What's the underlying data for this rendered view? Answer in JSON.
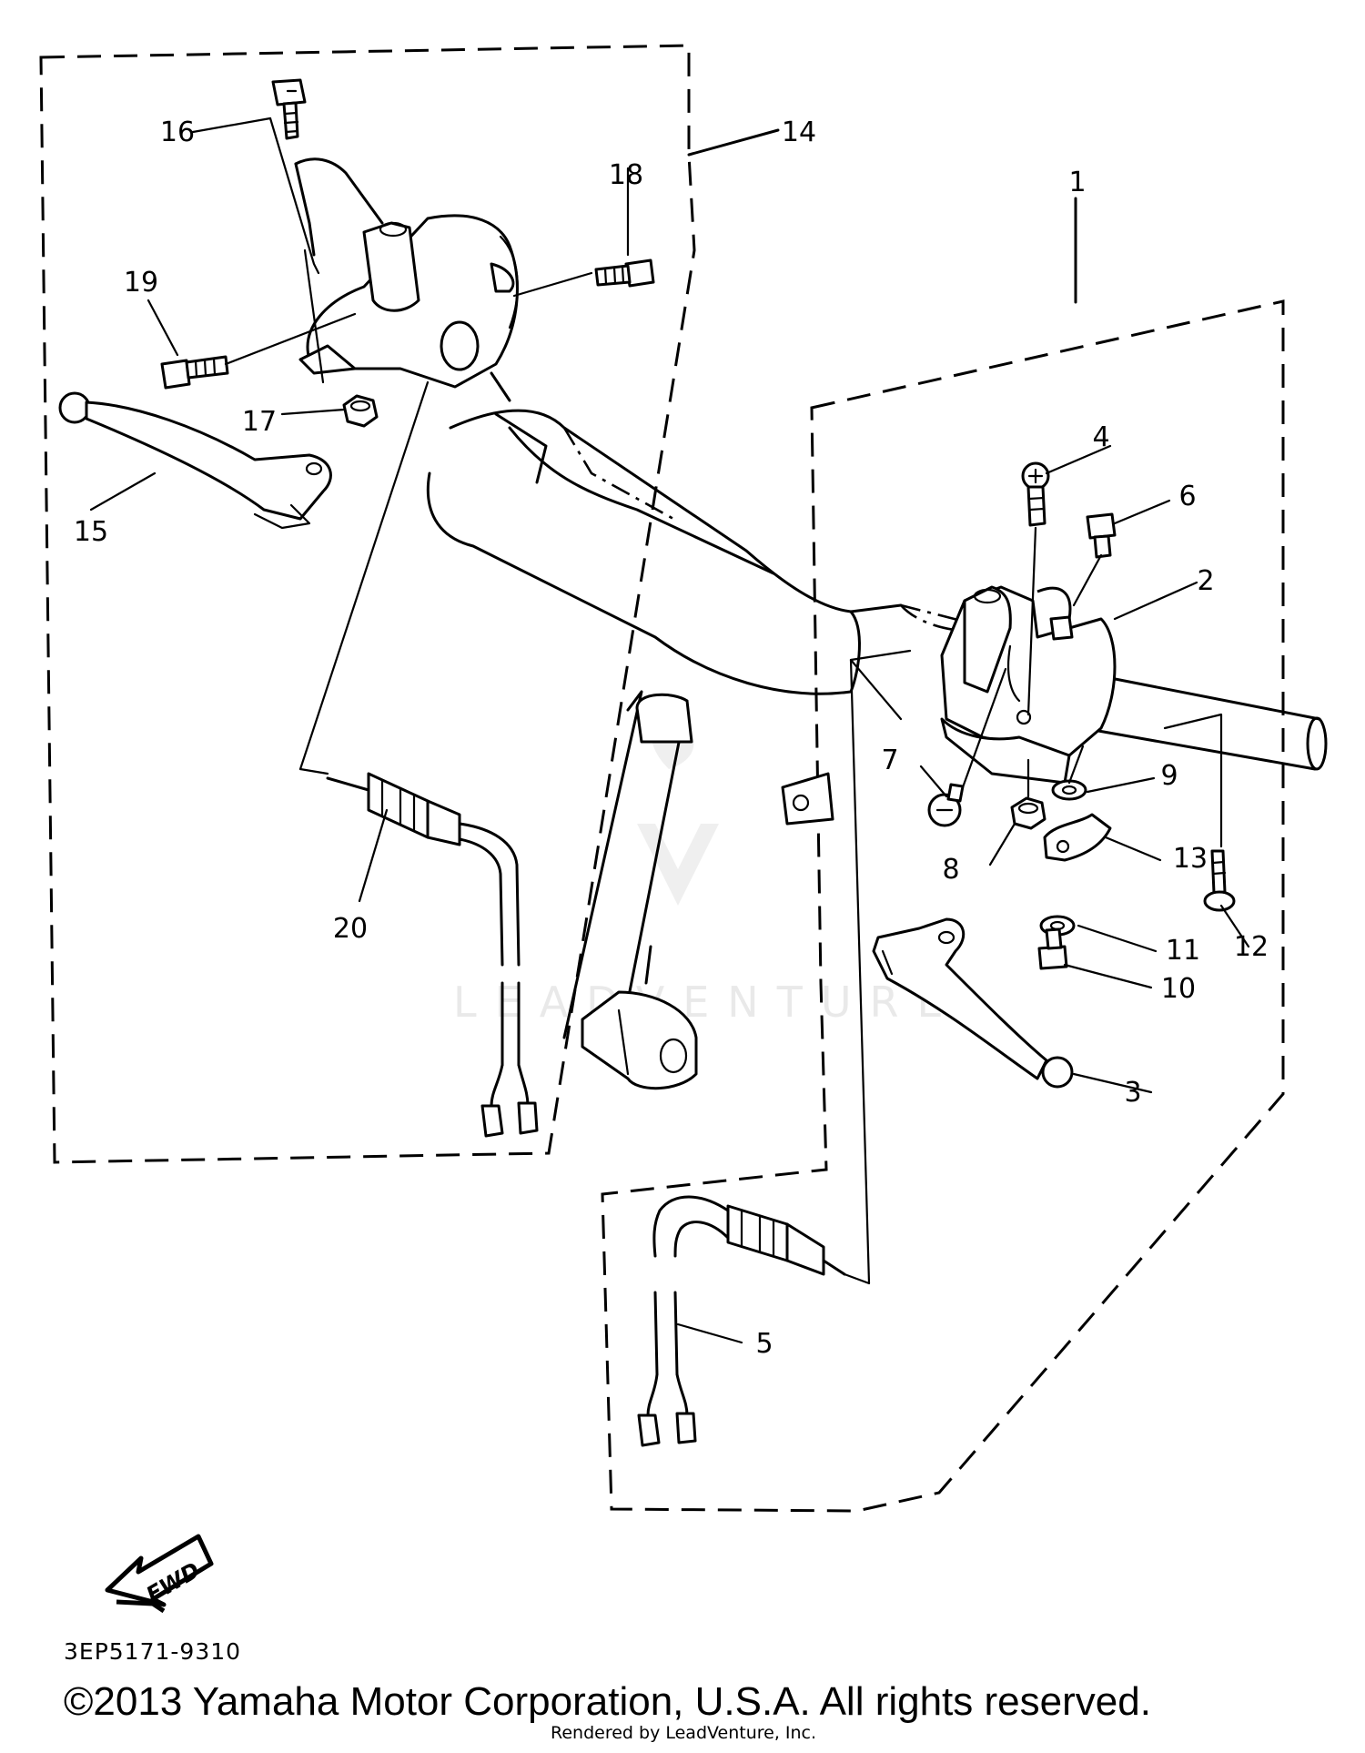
{
  "callouts": [
    "1",
    "2",
    "3",
    "4",
    "5",
    "6",
    "7",
    "8",
    "9",
    "10",
    "11",
    "12",
    "13",
    "14",
    "15",
    "16",
    "17",
    "18",
    "19",
    "20"
  ],
  "diagram_code": "3EP5171-9310",
  "fwd_label": "FWD",
  "copyright": "©2013 Yamaha Motor Corporation, U.S.A. All rights reserved.",
  "rendered_by": "Rendered by LeadVenture, Inc.",
  "watermark": "LEADVENTURE"
}
